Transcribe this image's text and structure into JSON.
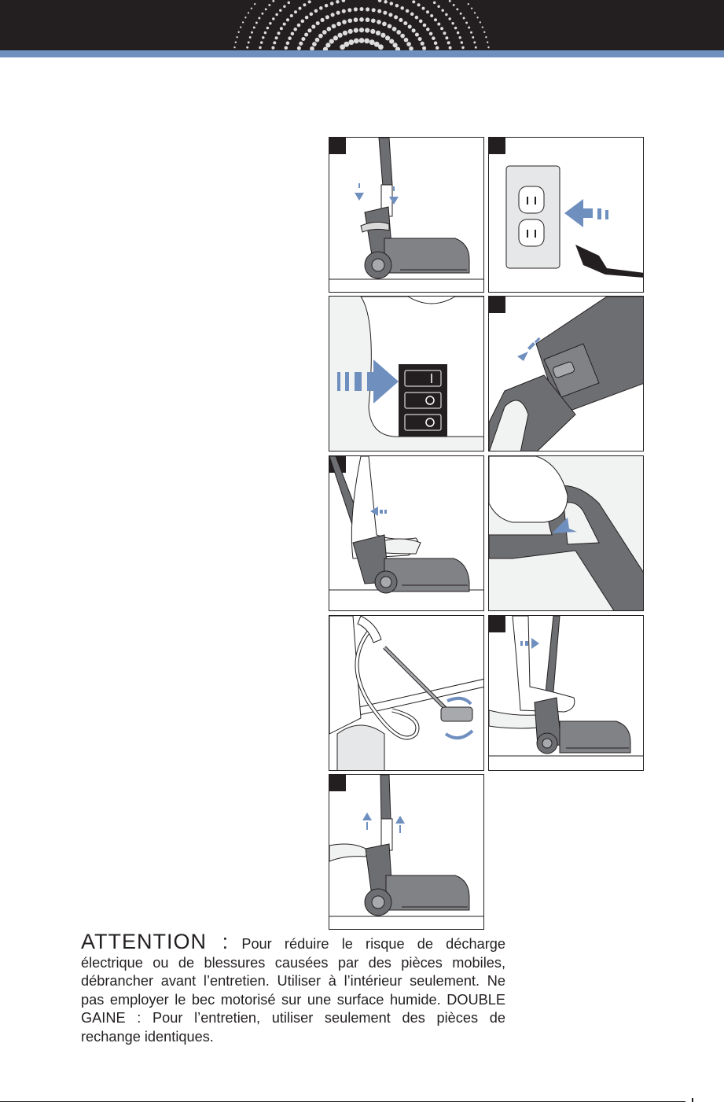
{
  "header": {
    "bar_color": "#231f20",
    "strip_color": "#6f8fbf",
    "decoration_icon": "dotted-halftone-circle-icon"
  },
  "steps": [
    {
      "icon": "attach-wand-to-power-nozzle-illustration"
    },
    {
      "icon": "plug-into-outlet-illustration"
    },
    {
      "icon": "power-switch-illustration"
    },
    {
      "icon": "connect-hose-illustration"
    },
    {
      "icon": "step-on-nozzle-to-recline-illustration"
    },
    {
      "icon": "hand-on-handle-illustration"
    },
    {
      "icon": "canister-vacuum-cleaning-illustration"
    },
    {
      "icon": "foot-push-nozzle-upright-illustration"
    },
    {
      "icon": "detach-wand-illustration"
    }
  ],
  "warning": {
    "attention_label": "ATTENTION :",
    "attention_text": "Pour réduire le risque de décharge électrique ou de blessures causées par des pièces mobiles, débrancher avant l’entretien. Utiliser à l’intérieur seulement. Ne pas employer le bec motorisé sur une surface humide.",
    "double_label": "DOUBLE GAINE :",
    "double_text": "Pour l’entretien, utiliser seulement des pièces de rechange identiques."
  },
  "colors": {
    "accent_blue": "#6f8fbf",
    "dark": "#231f20",
    "grey": "#6d6e71"
  }
}
